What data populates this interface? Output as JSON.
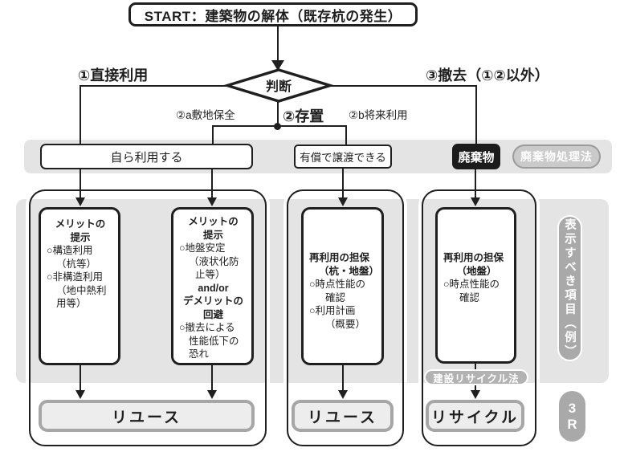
{
  "colors": {
    "line": "#1f1f1f",
    "band_gray": "#e4e4e4",
    "pill_gray": "#a9a9a9",
    "waste_black": "#1c1c1c",
    "outcome_fill": "#ededed",
    "outcome_border": "#a6a6a6"
  },
  "start": {
    "label": "START：建築物の解体（既存杭の発生）"
  },
  "decision": {
    "label": "判断"
  },
  "branches": {
    "direct_use": "①直接利用",
    "leave_in_place": "②存置",
    "site_preservation": "②a敷地保全",
    "future_use": "②b将来利用",
    "removal": "③撤去（①②以外）"
  },
  "row1": {
    "self_use": "自ら利用する",
    "paid_transfer": "有償で譲渡できる",
    "waste": "廃棄物",
    "waste_law": "廃棄物処理法"
  },
  "boxes": {
    "b1": {
      "l1": "メリットの",
      "l2": "提示",
      "l3": "○構造利用",
      "l4": "（杭等）",
      "l5": "○非構造利用",
      "l6": "（地中熱利",
      "l7": "用等）"
    },
    "b2": {
      "l1": "メリットの",
      "l2": "提示",
      "l3": "○地盤安定",
      "l4": "（液状化防",
      "l5": "止等）",
      "l6": "and/or",
      "l7": "デメリットの",
      "l8": "回避",
      "l9": "○撤去による",
      "l10": "性能低下の",
      "l11": "恐れ"
    },
    "b3": {
      "l1": "再利用の担保",
      "l2": "（杭・地盤）",
      "l3": "○時点性能の",
      "l4": "確認",
      "l5": "○利用計画",
      "l6": "（概要）"
    },
    "b4": {
      "l1": "再利用の担保",
      "l2": "（地盤）",
      "l3": "○時点性能の",
      "l4": "確認"
    }
  },
  "outcomes": {
    "reuse_left": "リユース",
    "reuse_mid": "リユース",
    "recycle": "リサイクル"
  },
  "recycle_law": "建設リサイクル法",
  "side_label": "表示すべき項目（例）",
  "three_r": {
    "l1": "3",
    "l2": "R"
  }
}
